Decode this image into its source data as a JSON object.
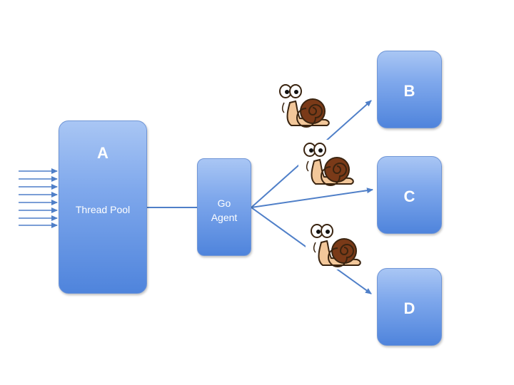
{
  "nodes": {
    "a": {
      "letter": "A",
      "label": "Thread Pool"
    },
    "go_agent": {
      "line1": "Go",
      "line2": "Agent"
    },
    "b": {
      "label": "B"
    },
    "c": {
      "label": "C"
    },
    "d": {
      "label": "D"
    }
  },
  "icons": {
    "snail": "snail-icon",
    "arrow": "arrow-icon"
  },
  "colors": {
    "box_top": "#a9c6f4",
    "box_bottom": "#4f84dc",
    "arrow": "#4f7fc8",
    "snail_shell": "#7a3a18",
    "snail_body": "#f2c79a"
  }
}
